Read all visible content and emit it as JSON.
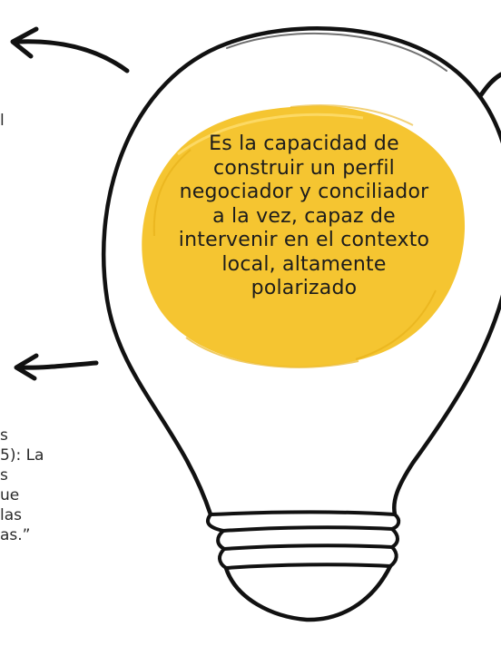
{
  "colors": {
    "bulb_stroke": "#111111",
    "highlight": "#f5c531",
    "text": "#1c1c1c"
  },
  "icons": [
    "lightbulb-icon",
    "arrow-left-top-icon",
    "arrow-left-middle-icon",
    "arrow-right-top-icon"
  ],
  "center": {
    "lines": [
      "Es la capacidad de",
      "construir un perfil",
      "negociador y conciliador",
      "a la vez, capaz de",
      "intervenir en el contexto",
      "local, altamente",
      "polarizado"
    ]
  },
  "left_fragments": {
    "top": "l",
    "bottom_lines": [
      "s",
      "5): La",
      "s",
      "ue",
      "las",
      "as.”"
    ]
  }
}
